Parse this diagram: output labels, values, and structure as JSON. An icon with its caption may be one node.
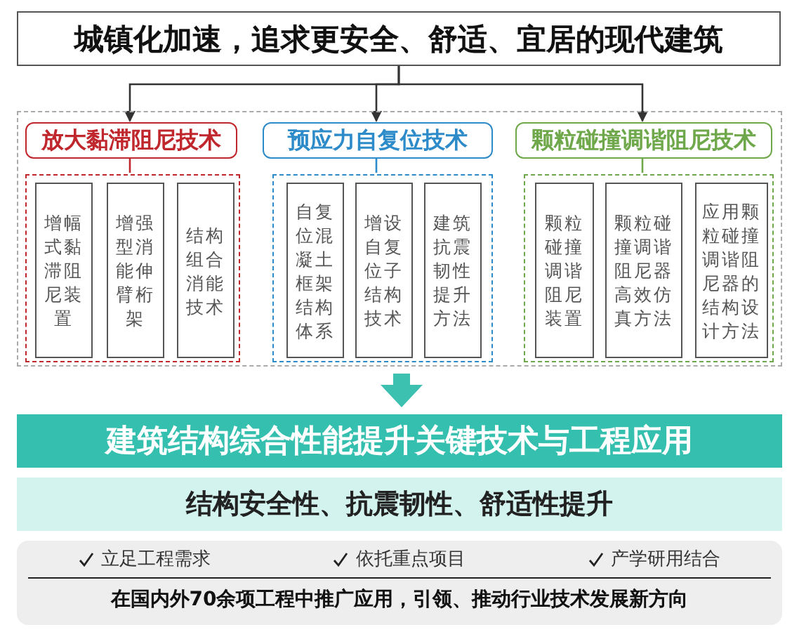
{
  "diagram": {
    "nodes": [
      {
        "text": [
          "城镇化加速，追求更安全、舒适、宜居的现代建筑"
        ]
      },
      {
        "text": [],
        "shape": "box"
      },
      {
        "text": [
          "放大黏滞阻尼技术"
        ],
        "in": 1
      },
      {
        "text": [],
        "shape": "box",
        "in": 1
      },
      {
        "text": [
          "增幅式黏滞阻尼装置"
        ],
        "in": 3
      },
      {
        "text": [
          "增强型消能伸臂桁架"
        ],
        "in": 3
      },
      {
        "text": [
          "结构组合消能技术"
        ],
        "in": 3
      },
      {
        "text": [
          "预应力自复位技术"
        ],
        "in": 1
      },
      {
        "text": [],
        "shape": "box",
        "in": 1
      },
      {
        "text": [
          "自复位混凝土框架结构体系"
        ],
        "in": 8
      },
      {
        "text": [
          "增设自复位子结构技术"
        ],
        "in": 8
      },
      {
        "text": [
          "建筑抗震韧性提升方法"
        ],
        "in": 8
      },
      {
        "text": [
          "颗粒碰撞调谐阻尼技术"
        ],
        "in": 1
      },
      {
        "text": [],
        "shape": "box",
        "in": 1
      },
      {
        "text": [
          "颗粒碰撞调谐阻尼装置"
        ],
        "in": 13
      },
      {
        "text": [
          "颗粒碰撞调谐阻尼器高效仿真方法"
        ],
        "in": 13
      },
      {
        "text": [
          "应用颗粒碰撞调谐阻尼器的结构设计方法"
        ],
        "in": 13
      },
      {
        "text": [
          "建筑结构综合性能提升关键技术与工程应用"
        ]
      },
      {
        "text": [
          "结构安全性、抗震韧性、舒适性提升"
        ]
      },
      {
        "text": [
          "立足工程需求",
          "依托重点项目",
          "产学研用结合",
          "在国内外70余项工程中推广应用，引领、推动行业技术发展新方向"
        ]
      }
    ],
    "edges": [
      {
        "from": 0,
        "to": 2,
        "arrow": "to"
      },
      {
        "from": 0,
        "to": 7,
        "arrow": "to"
      },
      {
        "from": 0,
        "to": 12,
        "arrow": "to"
      },
      {
        "from": 2,
        "to": 3,
        "arrow": "none",
        "color": "#c0272d"
      },
      {
        "from": 7,
        "to": 8,
        "arrow": "none",
        "color": "#2e8bc9"
      },
      {
        "from": 12,
        "to": 13,
        "arrow": "none",
        "color": "#6fa84a"
      },
      {
        "from": 1,
        "to": 17,
        "arrow": "to",
        "style": "thick",
        "color": "#3cc0b0"
      }
    ]
  }
}
